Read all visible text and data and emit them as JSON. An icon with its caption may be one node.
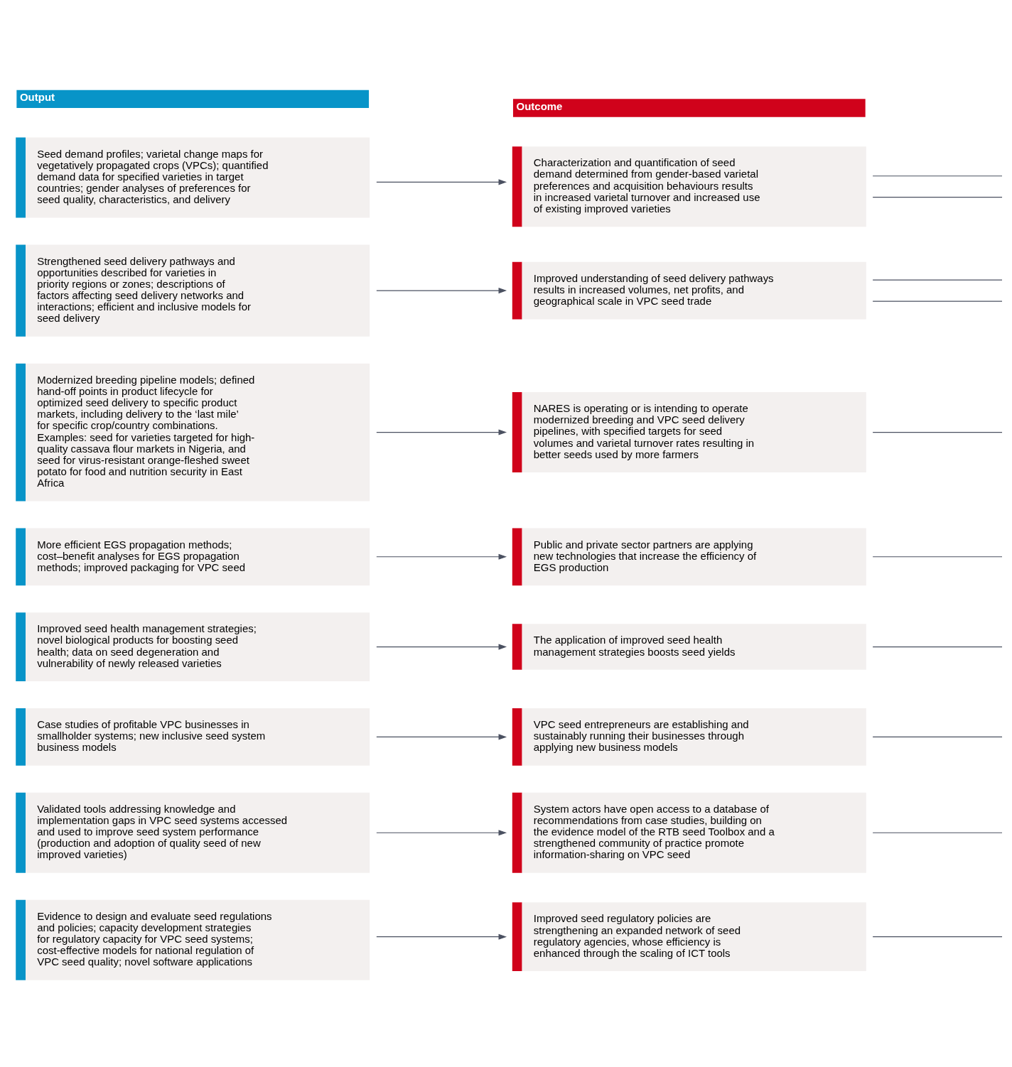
{
  "diagram": {
    "nodes": [
      {
        "text": [
          "Output"
        ]
      },
      {
        "text": [
          "Seed demand profiles; varietal change maps for vegetatively propagated crops (VPCs); quantified demand data for specified varieties in target countries; gender analyses of preferences for seed quality, characteristics, and delivery"
        ]
      },
      {
        "text": [
          "Strengthened seed delivery pathways and opportunities described for varieties in priority regions or zones; descriptions of factors affecting seed delivery networks and interactions; efficient and inclusive models for seed delivery"
        ]
      },
      {
        "text": [
          "Modernized breeding pipeline models; defined hand-off points in product lifecycle for optimized seed delivery to specific product markets, including delivery to the ‘last mile’ for specific crop/country combinations. Examples: seed for varieties targeted for high-quality cassava flour markets in Nigeria, and seed for virus-resistant orange-fleshed sweet potato for food and nutrition security in East Africa"
        ]
      },
      {
        "text": [
          "More efficient EGS propagation methods; cost–benefit analyses for EGS propagation methods; improved packaging for VPC seed"
        ]
      },
      {
        "text": [
          "Improved seed health management strategies; novel biological products for boosting seed health; data on seed degeneration and vulnerability of newly released varieties"
        ]
      },
      {
        "text": [
          "Case studies of profitable VPC businesses in smallholder systems; new inclusive seed system business models"
        ]
      },
      {
        "text": [
          "Validated tools addressing knowledge and implementation gaps in VPC seed systems accessed and used to improve seed system performance (production and adoption of quality seed of new improved varieties)"
        ]
      },
      {
        "text": [
          "Evidence to design and evaluate seed regulations and policies; capacity development strategies for regulatory capacity for VPC seed systems; cost-effective models for national regulation of VPC seed quality; novel software applications"
        ]
      },
      {
        "text": [
          "Outcome"
        ]
      },
      {
        "text": [
          "Characterization and quantification of seed demand determined from gender-based varietal preferences and acquisition behaviours results in increased varietal turnover and increased use of existing improved varieties"
        ]
      },
      {
        "text": [
          "Improved understanding of seed delivery pathways results in increased volumes, net profits, and geographical scale in VPC seed trade"
        ]
      },
      {
        "text": [
          "NARES is operating or is intending to operate modernized breeding and VPC seed delivery pipelines, with specified targets for seed volumes and varietal turnover rates resulting in better seeds used by more farmers"
        ]
      },
      {
        "text": [
          "Public and private sector partners are applying new technologies that increase the efficiency of EGS production"
        ]
      },
      {
        "text": [
          "The application of improved seed health management strategies boosts seed yields"
        ]
      },
      {
        "text": [
          "VPC seed entrepreneurs are establishing and sustainably running their businesses through applying new business models"
        ]
      },
      {
        "text": [
          "System actors have open access to a database of recommendations from case studies, building on the evidence model of the RTB seed Toolbox and a strengthened community of practice promote information-sharing on VPC seed"
        ]
      },
      {
        "text": [
          "Improved seed regulatory policies are strengthening an expanded network of seed regulatory agencies, whose efficiency is enhanced through the scaling of ICT tools"
        ]
      }
    ],
    "edges": [
      {
        "from": 1,
        "to": 10,
        "arrow": "to"
      },
      {
        "from": 2,
        "to": 11,
        "arrow": "to"
      },
      {
        "from": 3,
        "to": 12,
        "arrow": "to"
      },
      {
        "from": 4,
        "to": 13,
        "arrow": "to"
      },
      {
        "from": 5,
        "to": 14,
        "arrow": "to"
      },
      {
        "from": 6,
        "to": 15,
        "arrow": "to"
      },
      {
        "from": 7,
        "to": 16,
        "arrow": "to"
      },
      {
        "from": 8,
        "to": 17,
        "arrow": "to"
      },
      {
        "from": 10,
        "to": null,
        "arrow": "none"
      },
      {
        "from": 10,
        "to": null,
        "arrow": "none"
      },
      {
        "from": 11,
        "to": null,
        "arrow": "none"
      },
      {
        "from": 11,
        "to": null,
        "arrow": "none"
      },
      {
        "from": 12,
        "to": null,
        "arrow": "none"
      },
      {
        "from": 13,
        "to": null,
        "arrow": "none"
      },
      {
        "from": 14,
        "to": null,
        "arrow": "none"
      },
      {
        "from": 15,
        "to": null,
        "arrow": "none"
      },
      {
        "from": 16,
        "to": null,
        "arrow": "none"
      },
      {
        "from": 17,
        "to": null,
        "arrow": "none"
      }
    ]
  }
}
